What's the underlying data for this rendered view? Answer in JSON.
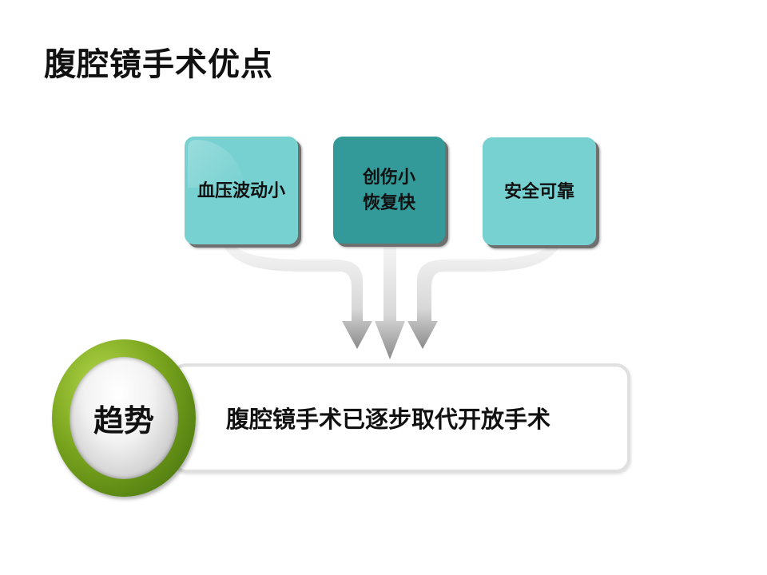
{
  "title": "腹腔镜手术优点",
  "advantages": [
    {
      "line1": "血压波动小",
      "line2": ""
    },
    {
      "line1": "创伤小",
      "line2": "恢复快"
    },
    {
      "line1": "安全可靠",
      "line2": ""
    }
  ],
  "trend": {
    "label": "趋势",
    "text": "腹腔镜手术已逐步取代开放手术"
  },
  "colors": {
    "light_teal": "#78d1d1",
    "dark_teal": "#339999",
    "green_ring": "#7aa51e"
  }
}
